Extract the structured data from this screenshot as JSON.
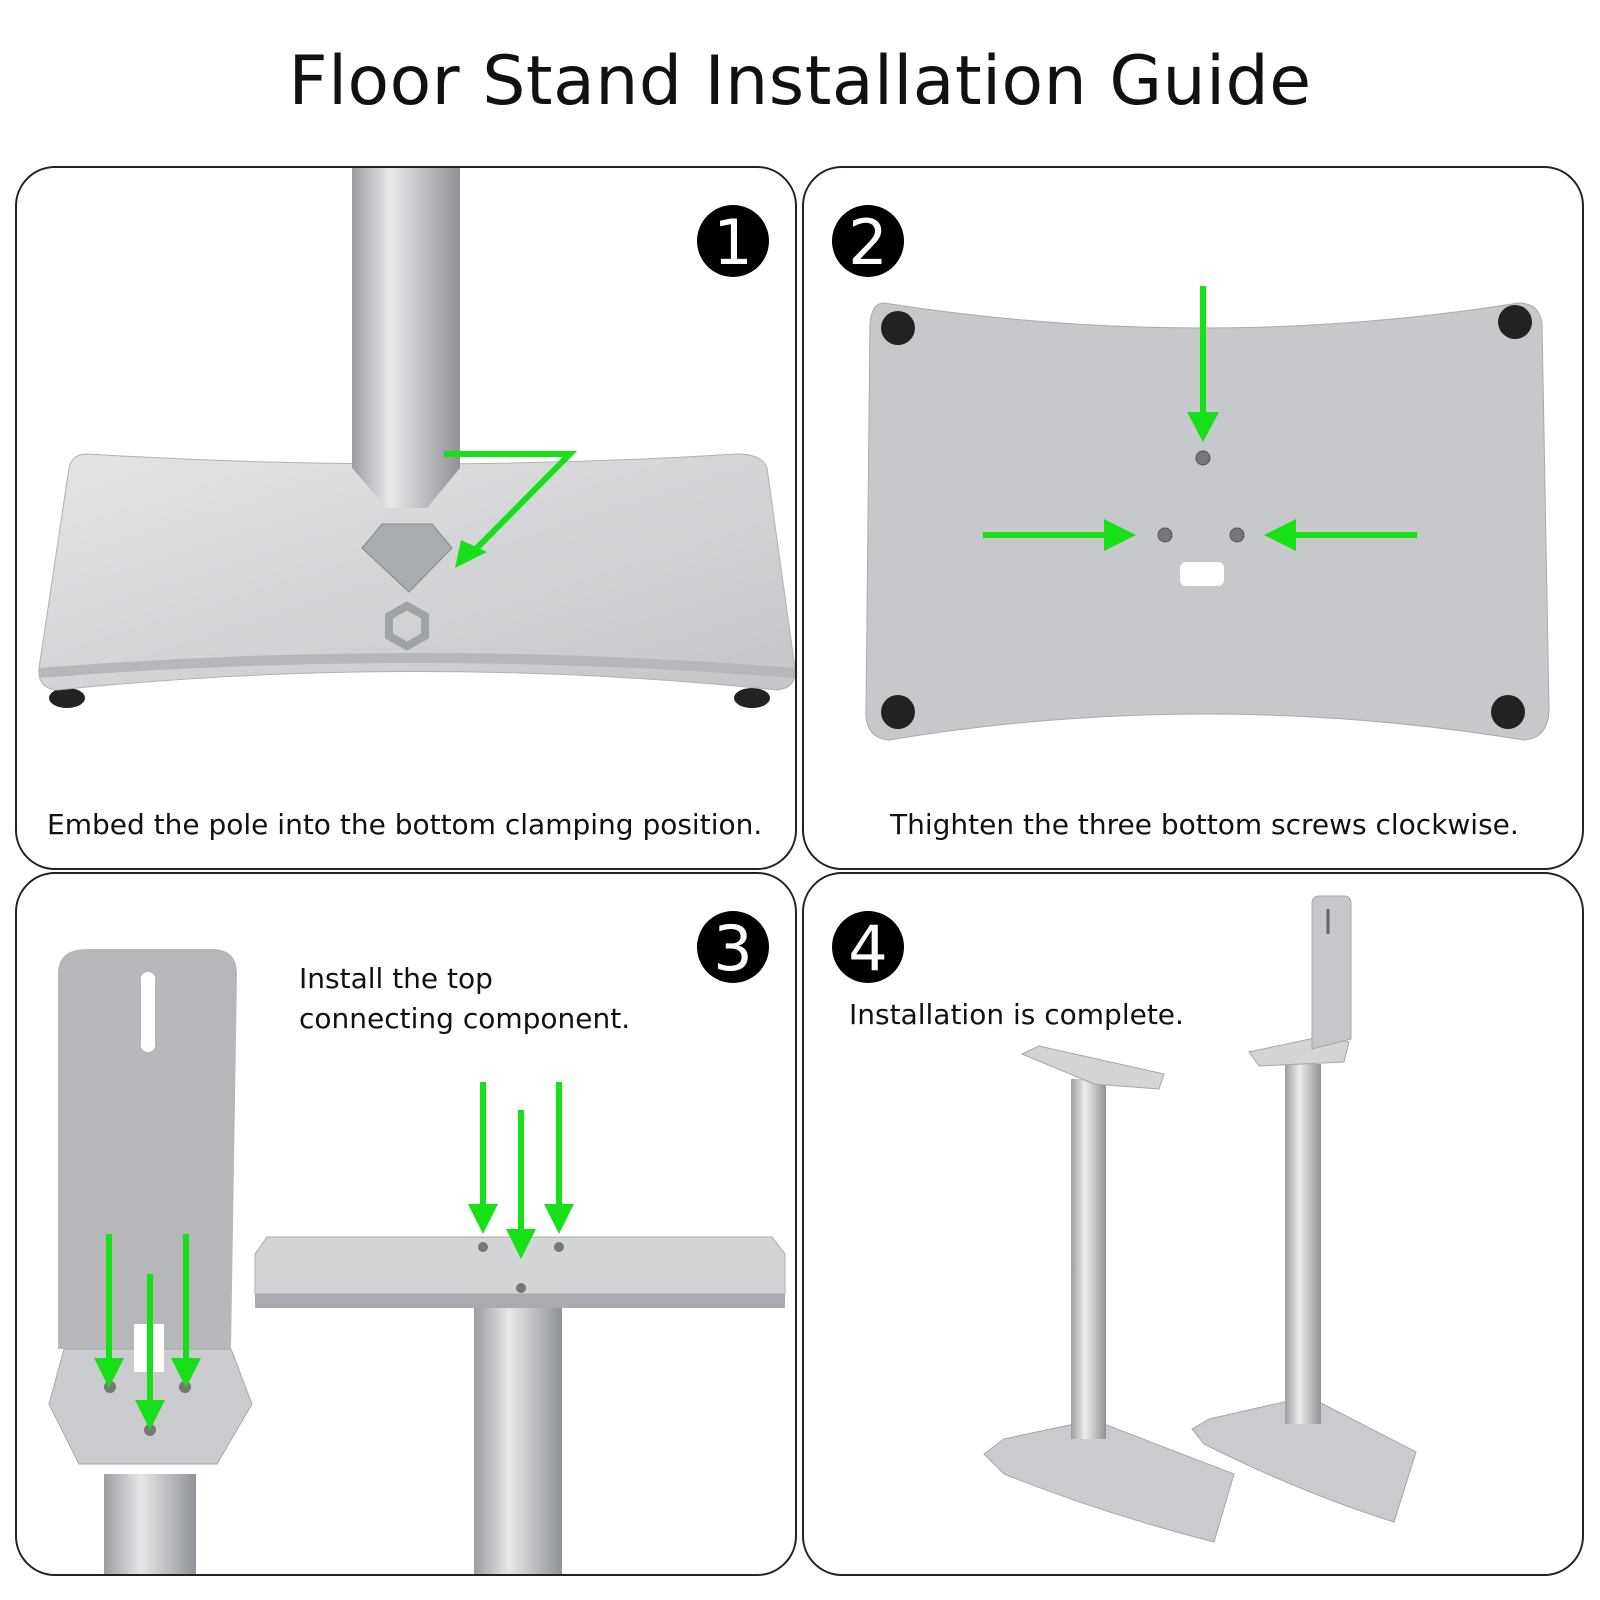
{
  "title": "Floor Stand Installation Guide",
  "steps": [
    {
      "number": "1",
      "caption": "Embed the pole into the bottom clamping position."
    },
    {
      "number": "2",
      "caption": "Thighten the three bottom screws clockwise."
    },
    {
      "number": "3",
      "caption_line1": "Install the top",
      "caption_line2": "connecting component."
    },
    {
      "number": "4",
      "caption": "Installation is complete."
    }
  ],
  "colors": {
    "arrow": "#18e018",
    "metal": "#c9cbce",
    "badge": "#000000"
  }
}
